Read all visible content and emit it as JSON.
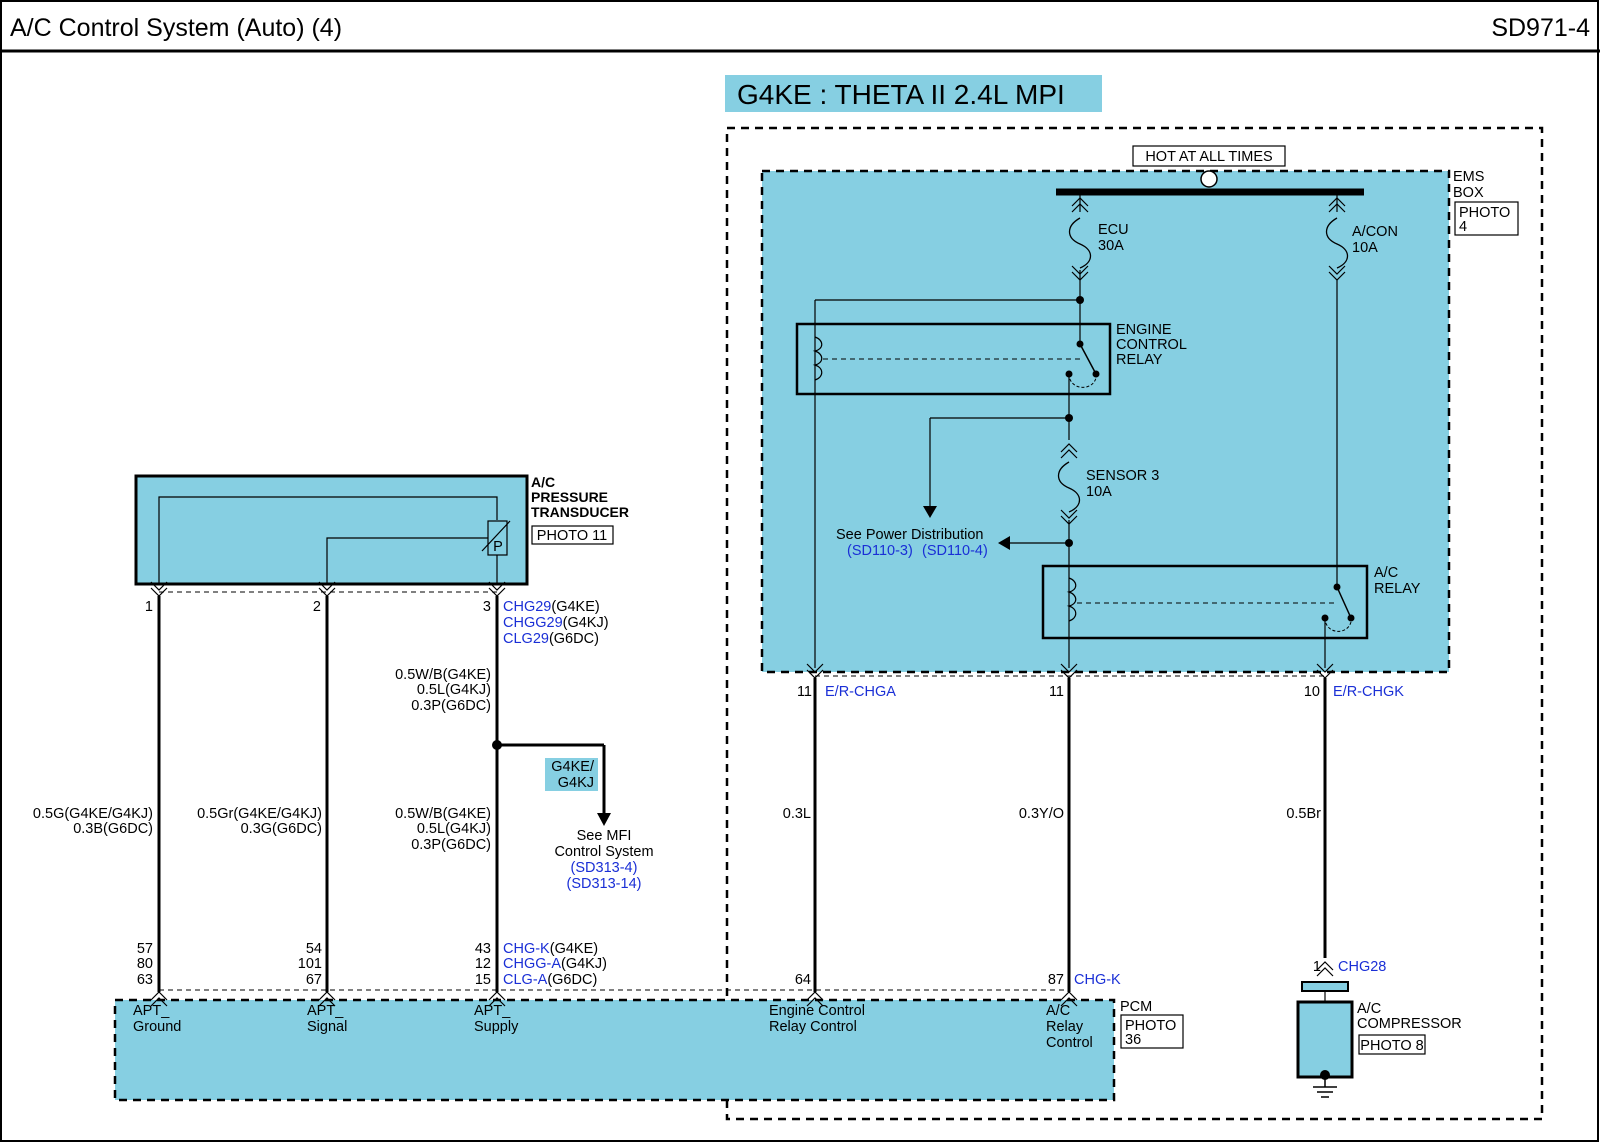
{
  "header": {
    "title": "A/C Control System (Auto) (4)",
    "code": "SD971-4"
  },
  "engine_label": "G4KE : THETA II 2.4L MPI",
  "hot_label": "HOT AT ALL TIMES",
  "ems_box": {
    "line1": "EMS",
    "line2": "BOX",
    "photo1": "PHOTO",
    "photo2": "4"
  },
  "fuses": {
    "ecu": {
      "name": "ECU",
      "rating": "30A"
    },
    "acon": {
      "name": "A/CON",
      "rating": "10A"
    },
    "sensor3": {
      "name": "SENSOR 3",
      "rating": "10A"
    }
  },
  "engine_relay": {
    "l1": "ENGINE",
    "l2": "CONTROL",
    "l3": "RELAY"
  },
  "ac_relay": {
    "l1": "A/C",
    "l2": "RELAY"
  },
  "power_dist": {
    "text": "See Power Distribution",
    "ref1": "(SD110-3)",
    "ref2": "(SD110-4)"
  },
  "transducer": {
    "l1": "A/C",
    "l2": "PRESSURE",
    "l3": "TRANSDUCER",
    "photo": "PHOTO 11",
    "symbol": "P"
  },
  "transducer_pins": [
    "1",
    "2",
    "3"
  ],
  "conn_top": [
    {
      "code": "CHG29",
      "variant": "(G4KE)"
    },
    {
      "code": "CHGG29",
      "variant": "(G4KJ)"
    },
    {
      "code": "CLG29",
      "variant": "(G6DC)"
    }
  ],
  "wire_supply_upper": [
    "0.5W/B(G4KE)",
    "0.5L(G4KJ)",
    "0.3P(G6DC)"
  ],
  "g4ke_tag": {
    "l1": "G4KE/",
    "l2": "G4KJ"
  },
  "see_mfi": {
    "l1": "See MFI",
    "l2": "Control System",
    "ref1": "(SD313-4)",
    "ref2": "(SD313-14)"
  },
  "wire_ground": [
    "0.5G(G4KE/G4KJ)",
    "0.3B(G6DC)"
  ],
  "wire_signal": [
    "0.5Gr(G4KE/G4KJ)",
    "0.3G(G6DC)"
  ],
  "wire_supply_lower": [
    "0.5W/B(G4KE)",
    "0.5L(G4KJ)",
    "0.3P(G6DC)"
  ],
  "pcm_pins": {
    "ground": [
      "57",
      "80",
      "63"
    ],
    "signal": [
      "54",
      "101",
      "67"
    ],
    "supply": [
      "43",
      "12",
      "15"
    ]
  },
  "conn_bottom": [
    {
      "code": "CHG-K",
      "variant": "(G4KE)"
    },
    {
      "code": "CHGG-A",
      "variant": "(G4KJ)"
    },
    {
      "code": "CLG-A",
      "variant": "(G6DC)"
    }
  ],
  "ems_pins": {
    "left": "11",
    "left_conn": "E/R-CHGA",
    "mid": "11",
    "right": "10",
    "right_conn": "E/R-CHGK"
  },
  "wires_right": {
    "w1": "0.3L",
    "w2": "0.3Y/O",
    "w3": "0.5Br"
  },
  "pcm_right_pins": {
    "p64": "64",
    "p87": "87",
    "conn": "CHG-K"
  },
  "pcm_labels": {
    "ground1": "APT_",
    "ground2": "Ground",
    "signal1": "APT_",
    "signal2": "Signal",
    "supply1": "APT_",
    "supply2": "Supply",
    "erc1": "Engine Control",
    "erc2": "Relay Control",
    "acr1": "A/C",
    "acr2": "Relay",
    "acr3": "Control"
  },
  "pcm_box": {
    "name": "PCM",
    "photo1": "PHOTO",
    "photo2": "36"
  },
  "compressor": {
    "pin": "1",
    "conn": "CHG28",
    "l1": "A/C",
    "l2": "COMPRESSOR",
    "photo": "PHOTO 8"
  },
  "colors": {
    "component_fill": "#86cfe2",
    "link_blue": "#1a2fd6"
  }
}
